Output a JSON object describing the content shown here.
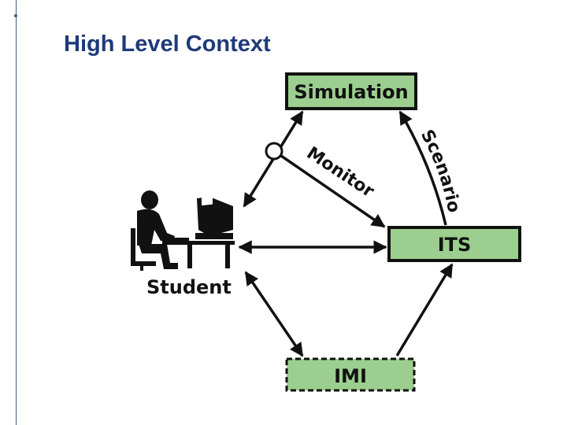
{
  "slide": {
    "title": "High Level Context"
  },
  "diagram": {
    "nodes": {
      "simulation": "Simulation",
      "its": "ITS",
      "imi": "IMI",
      "student": "Student"
    },
    "edges": {
      "monitor": "Monitor",
      "scenarios": "Scenarios"
    }
  },
  "colors": {
    "box_fill": "#9ccf8f",
    "box_stroke": "#111111",
    "title": "#1f3a7a"
  },
  "icons": {
    "student": "person-at-computer-icon"
  }
}
